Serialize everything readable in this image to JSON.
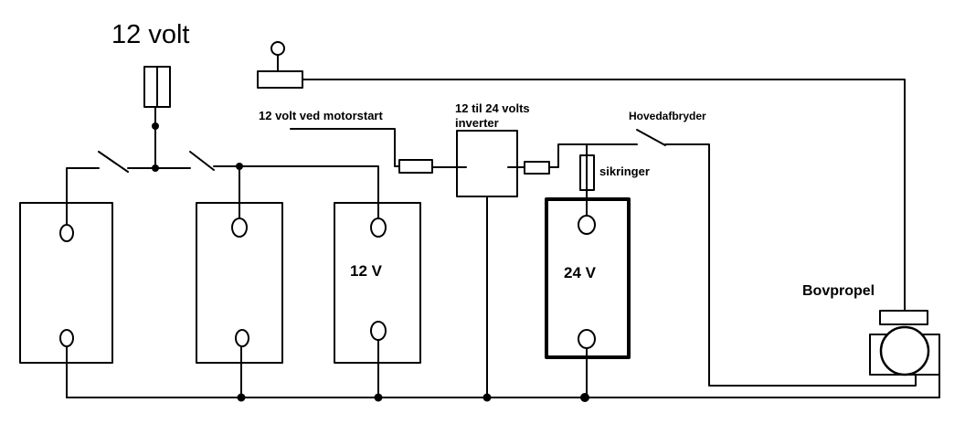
{
  "labels": {
    "title_12v": "12 volt",
    "motorstart": "12 volt ved motorstart",
    "inverter_line1": "12 til 24 volts",
    "inverter_line2": "inverter",
    "main_switch": "Hovedafbryder",
    "fuses": "sikringer",
    "battery_12v": "12 V",
    "battery_24v": "24 V",
    "bow_thruster": "Bovpropel"
  },
  "colors": {
    "line": "#000000",
    "background": "#ffffff"
  }
}
